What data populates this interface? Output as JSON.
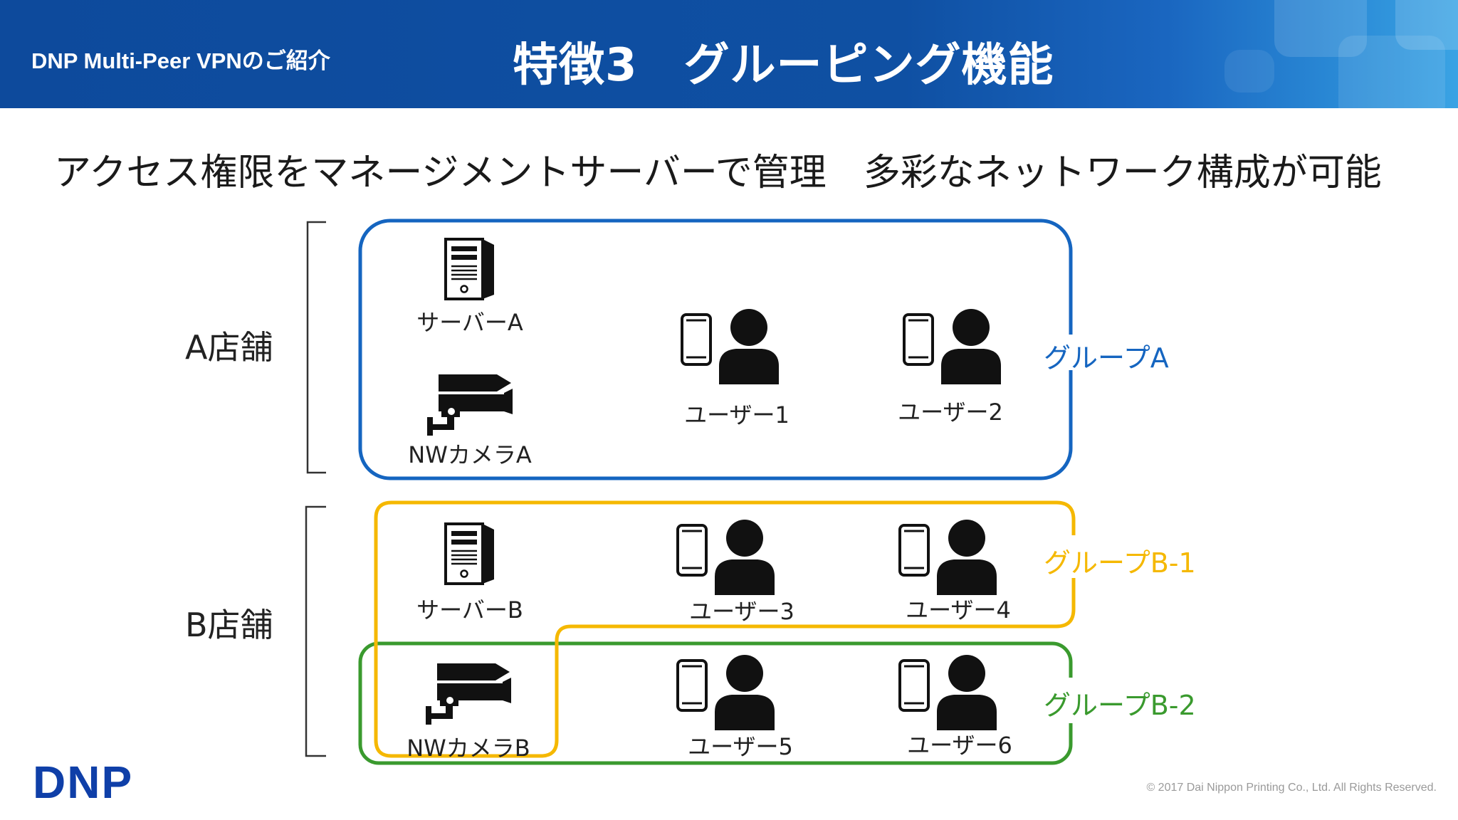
{
  "header": {
    "product": "DNP Multi-Peer VPNのご紹介",
    "title": "特徴3　グルーピング機能"
  },
  "subtitle": "アクセス権限をマネージメントサーバーで管理　多彩なネットワーク構成が可能",
  "stores": [
    {
      "label": "A店舗"
    },
    {
      "label": "B店舗"
    }
  ],
  "devices": {
    "server_a": "サーバーA",
    "camera_a": "NWカメラA",
    "user1": "ユーザー1",
    "user2": "ユーザー2",
    "server_b": "サーバーB",
    "user3": "ユーザー3",
    "user4": "ユーザー4",
    "camera_b": "NWカメラB",
    "user5": "ユーザー5",
    "user6": "ユーザー6"
  },
  "groups": [
    {
      "label": "グループA",
      "color": "#1565c0"
    },
    {
      "label": "グループB-1",
      "color": "#f5b800"
    },
    {
      "label": "グループB-2",
      "color": "#3a9a2e"
    }
  ],
  "logo": "DNP",
  "copyright": "© 2017 Dai Nippon Printing Co., Ltd. All Rights Reserved."
}
